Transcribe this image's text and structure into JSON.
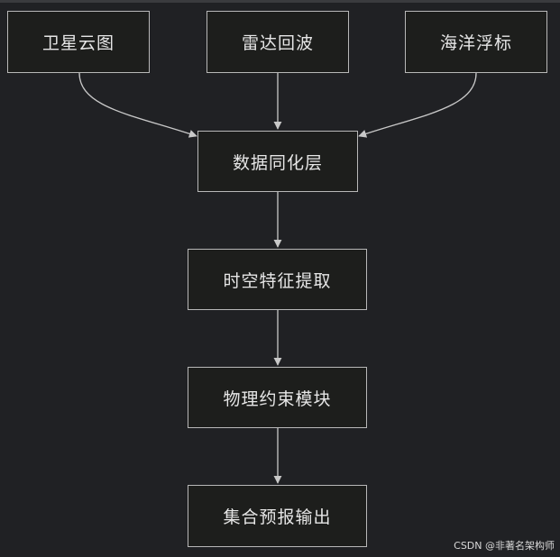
{
  "nodes": {
    "satellite": "卫星云图",
    "radar": "雷达回波",
    "buoy": "海洋浮标",
    "assimilation": "数据同化层",
    "feature": "时空特征提取",
    "physics": "物理约束模块",
    "output": "集合预报输出"
  },
  "edges": [
    {
      "from": "satellite",
      "to": "assimilation"
    },
    {
      "from": "radar",
      "to": "assimilation"
    },
    {
      "from": "buoy",
      "to": "assimilation"
    },
    {
      "from": "assimilation",
      "to": "feature"
    },
    {
      "from": "feature",
      "to": "physics"
    },
    {
      "from": "physics",
      "to": "output"
    }
  ],
  "watermark": "CSDN @非著名架构师",
  "colors": {
    "background": "#202124",
    "node_fill": "#1d1e1c",
    "node_border": "#b8b8b8",
    "text": "#e6e6e6",
    "edge": "#c8c8c8"
  }
}
